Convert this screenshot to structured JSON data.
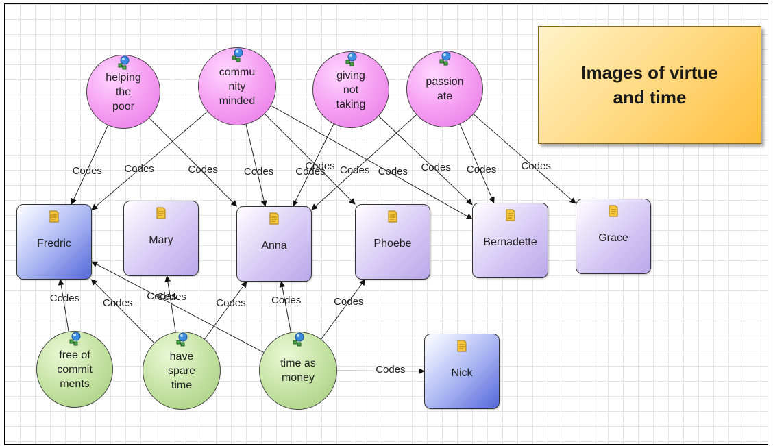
{
  "title": "Images of virtue\nand time",
  "edge_label": "Codes",
  "code_nodes": [
    {
      "id": "helping",
      "label": "helping\nthe\npoor",
      "color": "pink"
    },
    {
      "id": "community",
      "label": "commu\nnity\nminded",
      "color": "pink"
    },
    {
      "id": "giving",
      "label": "giving\nnot\ntaking",
      "color": "pink"
    },
    {
      "id": "passionate",
      "label": "passion\nate",
      "color": "pink"
    },
    {
      "id": "free",
      "label": "free of\ncommit\nments",
      "color": "green"
    },
    {
      "id": "spare",
      "label": "have\nspare\ntime",
      "color": "green"
    },
    {
      "id": "money",
      "label": "time as\nmoney",
      "color": "green"
    }
  ],
  "case_nodes": [
    {
      "id": "fredric",
      "label": "Fredric",
      "color": "blue"
    },
    {
      "id": "mary",
      "label": "Mary",
      "color": "purple"
    },
    {
      "id": "anna",
      "label": "Anna",
      "color": "purple"
    },
    {
      "id": "phoebe",
      "label": "Phoebe",
      "color": "purple"
    },
    {
      "id": "bernadette",
      "label": "Bernadette",
      "color": "purple"
    },
    {
      "id": "grace",
      "label": "Grace",
      "color": "purple"
    },
    {
      "id": "nick",
      "label": "Nick",
      "color": "blue"
    }
  ],
  "edges": [
    {
      "from": "helping",
      "to": "fredric"
    },
    {
      "from": "helping",
      "to": "anna"
    },
    {
      "from": "community",
      "to": "fredric"
    },
    {
      "from": "community",
      "to": "anna"
    },
    {
      "from": "community",
      "to": "phoebe"
    },
    {
      "from": "community",
      "to": "bernadette"
    },
    {
      "from": "giving",
      "to": "anna"
    },
    {
      "from": "giving",
      "to": "bernadette"
    },
    {
      "from": "passionate",
      "to": "anna"
    },
    {
      "from": "passionate",
      "to": "bernadette"
    },
    {
      "from": "passionate",
      "to": "grace"
    },
    {
      "from": "free",
      "to": "fredric"
    },
    {
      "from": "spare",
      "to": "fredric"
    },
    {
      "from": "spare",
      "to": "mary"
    },
    {
      "from": "spare",
      "to": "anna"
    },
    {
      "from": "money",
      "to": "fredric"
    },
    {
      "from": "money",
      "to": "anna"
    },
    {
      "from": "money",
      "to": "phoebe"
    },
    {
      "from": "money",
      "to": "nick"
    }
  ]
}
